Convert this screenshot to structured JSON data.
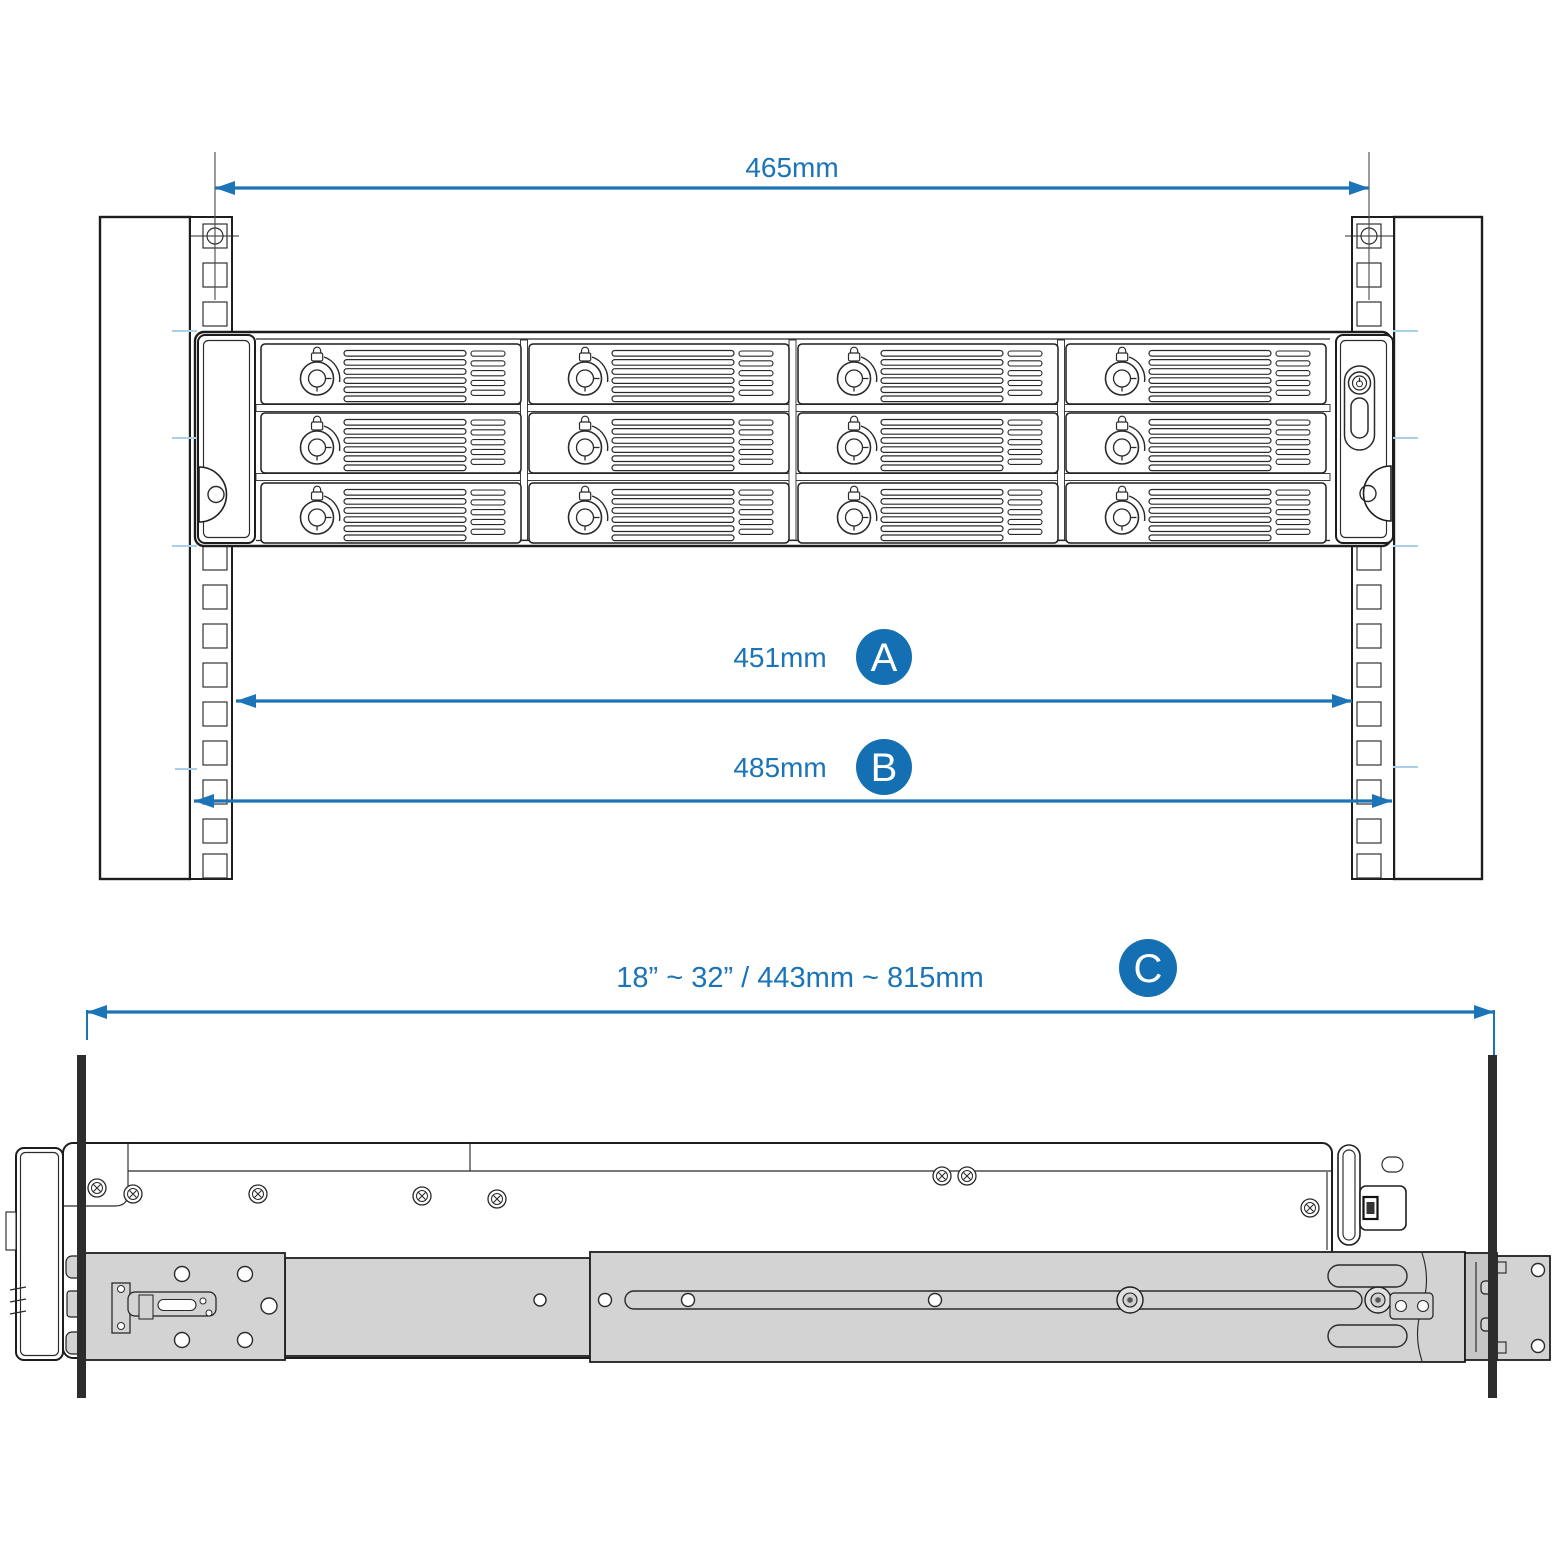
{
  "diagram": {
    "dimension_color": "#1b74b8",
    "badge_color": "#1470b2",
    "dimensions": {
      "overall_width": {
        "value": "465mm"
      },
      "rail_inner_width": {
        "value": "451mm",
        "badge": "A"
      },
      "flange_outer_width": {
        "value": "485mm",
        "badge": "B"
      },
      "mounting_depth_range": {
        "value": "18” ~ 32”  /  443mm ~ 815mm",
        "badge": "C"
      }
    },
    "front_view": {
      "drive_bays": {
        "rows": 3,
        "columns": 4,
        "total": 12
      },
      "icons": [
        "padlock-icon",
        "keylock-icon",
        "power-icon"
      ]
    },
    "side_view": {
      "parts": [
        "chassis-side",
        "slide-rail",
        "front-rack-post",
        "rear-rack-post"
      ]
    }
  }
}
